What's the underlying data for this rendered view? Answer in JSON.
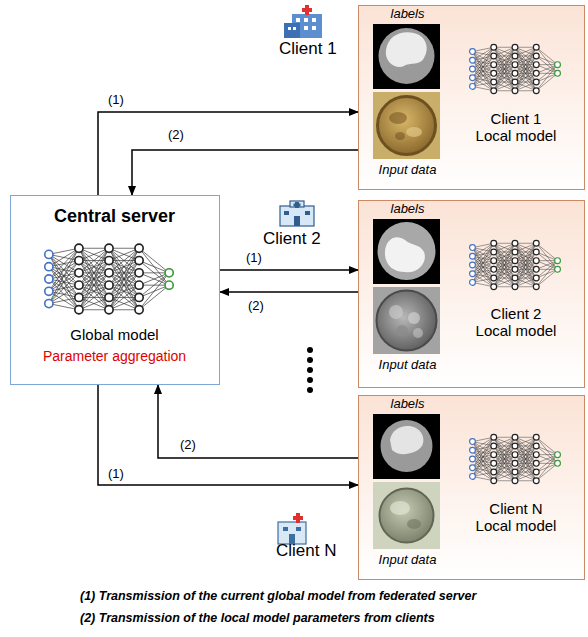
{
  "diagram": {
    "nodes": [
      {
        "text": [
          "Central server",
          "Global model",
          "Parameter aggregation"
        ]
      },
      {
        "text": [
          "Client 1",
          "labels",
          "Input data",
          "Client 1 Local model"
        ]
      },
      {
        "text": [
          "Client 2",
          "labels",
          "Input data",
          "Client 2 Local model"
        ]
      },
      {
        "text": [
          "Client N",
          "labels",
          "Input data",
          "Client N Local model"
        ]
      }
    ],
    "edges": [
      {
        "from": 0,
        "to": 1,
        "arrow": "to",
        "label": "(1)"
      },
      {
        "from": 1,
        "to": 0,
        "arrow": "to",
        "label": "(2)"
      },
      {
        "from": 0,
        "to": 2,
        "arrow": "to",
        "label": "(1)"
      },
      {
        "from": 2,
        "to": 0,
        "arrow": "to",
        "label": "(2)"
      },
      {
        "from": 3,
        "to": 0,
        "arrow": "to",
        "label": "(2)"
      },
      {
        "from": 0,
        "to": 3,
        "arrow": "to",
        "label": "(1)"
      }
    ],
    "labels": [
      "(1) Transmission of the current global model from federated server",
      "(2) Transmission of the local model parameters from clients"
    ]
  }
}
